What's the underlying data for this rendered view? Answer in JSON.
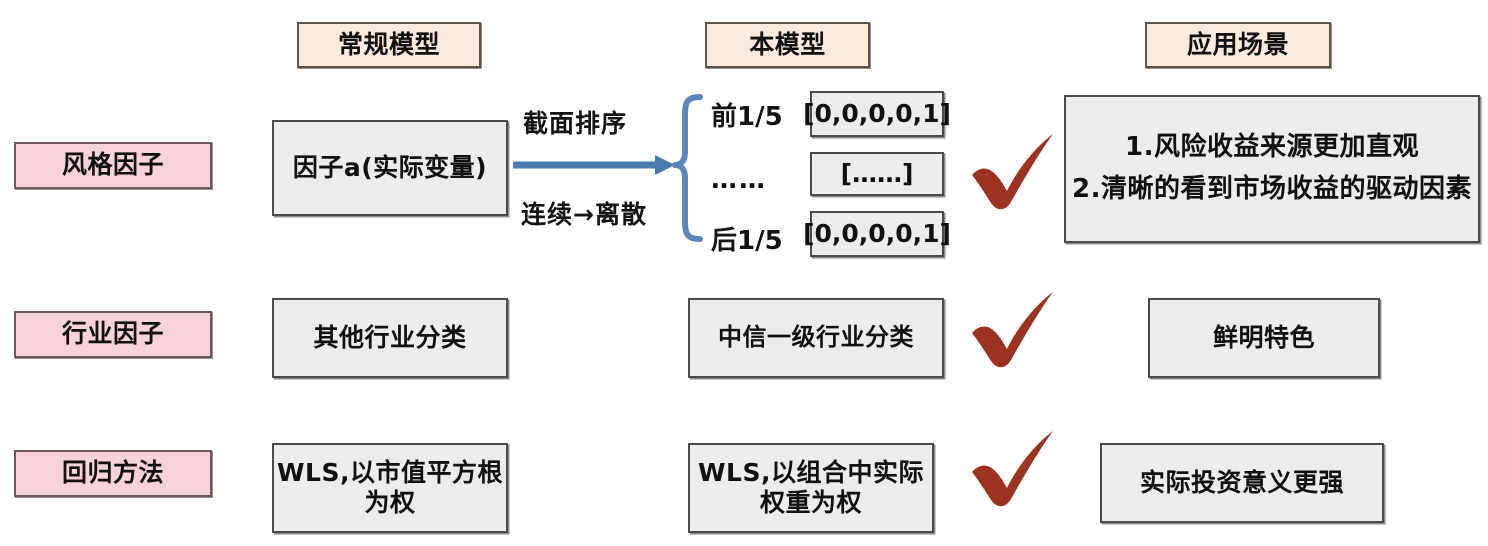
{
  "headers": [
    {
      "label": "常规模型",
      "name": "header-conventional-model"
    },
    {
      "label": "本模型",
      "name": "header-this-model"
    },
    {
      "label": "应用场景",
      "name": "header-application-scenario"
    }
  ],
  "rows": [
    {
      "label": "风格因子",
      "conventional": "因子a(实际变量)",
      "transform": {
        "top": "截面排序",
        "bottom": "连续→离散"
      },
      "buckets": [
        {
          "tag": "前1/5",
          "vector": "[0,0,0,0,1]"
        },
        {
          "tag": "……",
          "vector": "[……]"
        },
        {
          "tag": "后1/5",
          "vector": "[0,0,0,0,1]"
        }
      ],
      "application_lines": [
        "1.风险收益来源更加直观",
        "2.清晰的看到市场收益的驱动因素"
      ]
    },
    {
      "label": "行业因子",
      "conventional": "其他行业分类",
      "this_model": "中信一级行业分类",
      "application": "鲜明特色"
    },
    {
      "label": "回归方法",
      "conventional": "WLS,以市值平方根\n为权",
      "conventional_lines": [
        "WLS,以市值平方根",
        "为权"
      ],
      "this_model_lines": [
        "WLS,以组合中实际",
        "权重为权"
      ],
      "application": "实际投资意义更强"
    }
  ],
  "icons": {
    "check": "check-mark",
    "brace": "curly-brace",
    "arrow": "right-arrow"
  },
  "colors": {
    "header_fill": "#fbe9dc",
    "row_label_fill": "#f7d2d8",
    "box_fill": "#ececed",
    "border": "#4a4a4a",
    "arrow_blue": "#4a7bb0",
    "brace_blue": "#5b86bd",
    "check_red": "#9b3320",
    "background": "#ffffff"
  }
}
